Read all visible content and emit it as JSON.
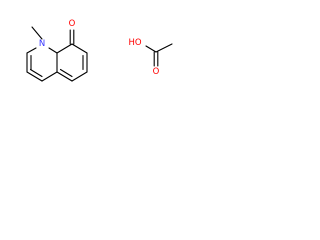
{
  "colors": {
    "bond": "#000000",
    "nitrogen": "#3333ff",
    "oxygen": "#ff0000"
  },
  "quinolinone": {
    "n_label": "N",
    "o_label": "O"
  },
  "acetic_acid": {
    "ho_label": "HO",
    "o_label": "O"
  }
}
